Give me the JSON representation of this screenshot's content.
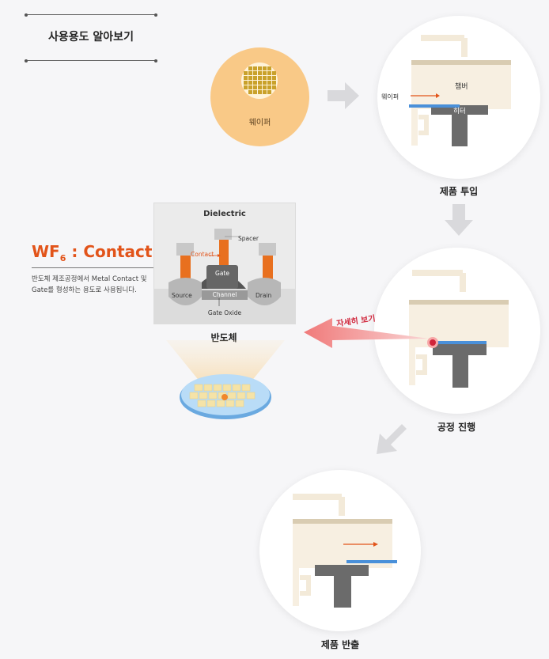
{
  "page_title": "사용용도 알아보기",
  "wafer_label": "웨이퍼",
  "chamber": {
    "chamber_label": "챔버",
    "heater_label": "히터",
    "wafer_label": "웨이퍼"
  },
  "steps": {
    "insert": "제품 투입",
    "process": "공정 진행",
    "remove": "제품 반출"
  },
  "detail_label": "자세히 보기",
  "wf6": {
    "title_prefix": "WF",
    "title_sub": "6",
    "title_suffix": " : Contact",
    "desc_line1": "반도체 제조공정에서 Metal Contact 및",
    "desc_line2": "Gate를 형성하는 용도로 사용됩니다."
  },
  "chip": {
    "dielectric": "Dielectric",
    "spacer": "Spacer",
    "contact": "Contact",
    "gate": "Gate",
    "source": "Source",
    "channel": "Channel",
    "drain": "Drain",
    "gate_oxide": "Gate Oxide",
    "caption": "반도체"
  },
  "colors": {
    "accent": "#e2541a",
    "wafer": "#f9c987",
    "chamber_bg": "#f7efe1",
    "chamber_top": "#d9ccb2",
    "heater": "#6b6b6b",
    "wafer_strip": "#4a90d9",
    "detail_arrow": "#f09a9a"
  }
}
